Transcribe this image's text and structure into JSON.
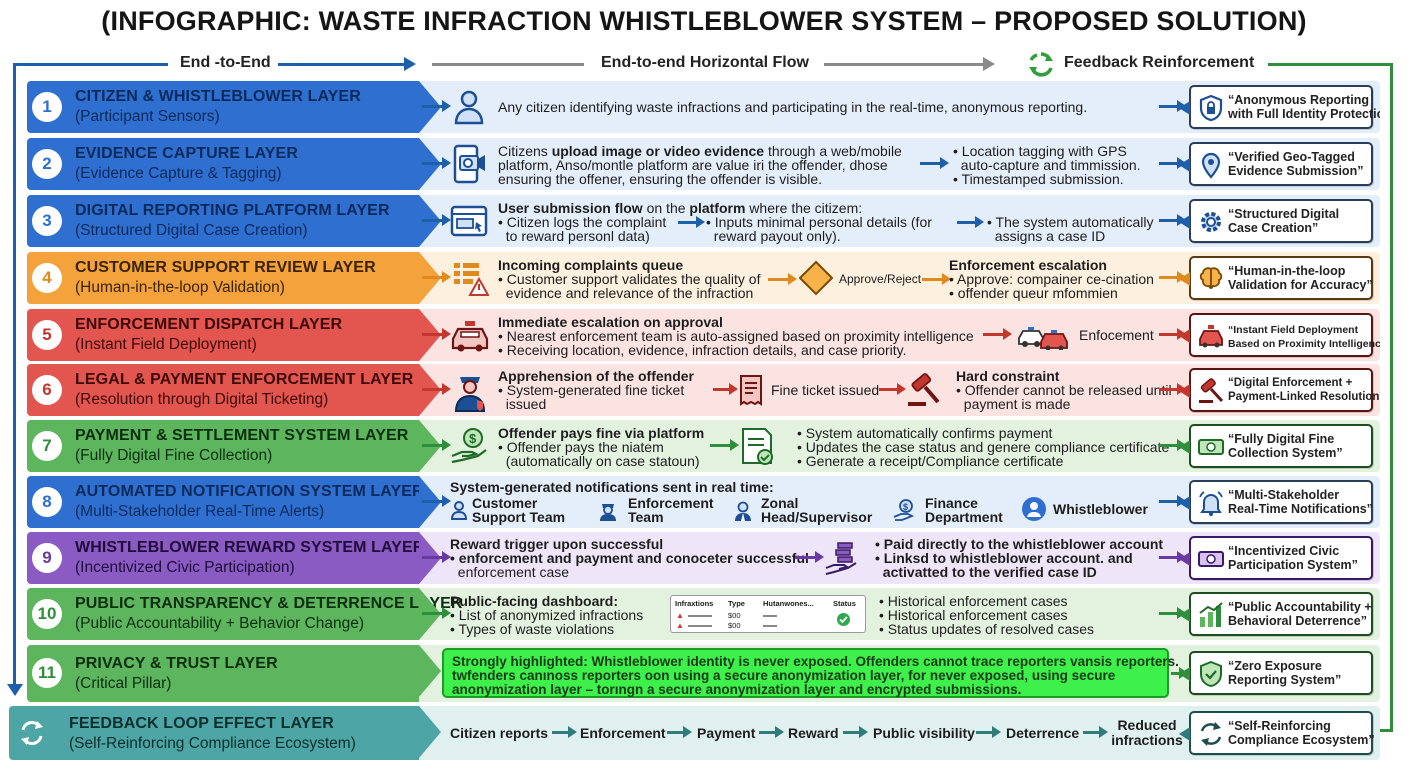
{
  "title": "(INFOGRAPHIC:  WASTE INFRACTION WHISTLEBLOWER SYSTEM – PROPOSED SOLUTION)",
  "flow": {
    "left": "End -to-End",
    "center": "End-to-end Horizontal Flow",
    "right": "Feedback Reinforcement"
  },
  "colors": {
    "blue": "#2f6fcf",
    "orange": "#f3a23c",
    "red": "#e2564f",
    "green": "#5db55d",
    "purple": "#8a5bc2",
    "teal": "#4da6a5"
  },
  "layers": [
    {
      "num": "1",
      "title": "CITIZEN & WHISTLEBLOWER LAYER",
      "subtitle": "(Participant Sensors)",
      "icon": "person-icon",
      "text": "Any citizen identifying waste infractions and participating in the real-time, anonymous reporting.",
      "callout": [
        "“Anonymous Reporting",
        "with Full Identity Protection”"
      ],
      "callout_icon": "shield-lock-icon"
    },
    {
      "num": "2",
      "title": "EVIDENCE CAPTURE LAYER",
      "subtitle": "(Evidence Capture & Tagging)",
      "icon": "phone-camera-icon",
      "text_bold_prefix": "Citizens ",
      "text_bold": "upload image or video evidence",
      "text_suffix": " through a web/mobile",
      "text_line2": "platform, Anso/montle platform are value iri the offender, dhose",
      "text_line3": "ensuring the offener, ensuring the offender is visible.",
      "bullets": [
        "• Location tagging with GPS",
        "  auto-capture and timmission.",
        "• Timestamped submission."
      ],
      "callout": [
        "“Verified Geo-Tagged",
        "Evidence Submission”"
      ],
      "callout_icon": "location-pin-icon"
    },
    {
      "num": "3",
      "title": "DIGITAL REPORTING PLATFORM LAYER",
      "subtitle": "(Structured Digital Case Creation)",
      "icon": "web-form-icon",
      "head_bold1": "User submission flow",
      "head_mid": " on the ",
      "head_bold2": "platform",
      "head_end": " where the citizem:",
      "col1": [
        "• Citizen logs the complaint",
        "  to reward personl data)"
      ],
      "col2": [
        "• Inputs minimal personal details (for",
        "  reward payout only)."
      ],
      "col3": [
        "• The system automatically",
        "  assigns a case ID"
      ],
      "callout": [
        "“Structured Digital",
        "Case Creation”"
      ],
      "callout_icon": "gear-icon"
    },
    {
      "num": "4",
      "title": "CUSTOMER SUPPORT REVIEW LAYER",
      "subtitle": "(Human-in-the-loop Validation)",
      "icon": "queue-warning-icon",
      "head1": "Incoming complaints queue",
      "col1": [
        "• Customer support validates the quality of",
        "  evidence and relevance of the infraction"
      ],
      "decision": "Approve/Reject",
      "head2": "Enforcement escalation",
      "col2": [
        "• Approve: compainer ce-cination",
        "• offender queur mfommien"
      ],
      "callout": [
        "“Human-in-the-loop",
        "Validation for Accuracy”"
      ],
      "callout_icon": "brain-icon"
    },
    {
      "num": "5",
      "title": "ENFORCEMENT DISPATCH LAYER",
      "subtitle": "(Instant Field Deployment)",
      "icon": "police-car-icon",
      "head1": "Immediate escalation on approval",
      "col1": [
        "• Nearest enforcement team is auto-assigned based on proximity intelligence",
        "• Receiving  location, evidence, infraction details, and case priority."
      ],
      "end_label": "Enfocement",
      "callout": [
        "“Instant Field Deployment",
        "Based on Proximity Intelligence”"
      ],
      "callout_icon": "siren-car-icon"
    },
    {
      "num": "6",
      "title": "LEGAL & PAYMENT ENFORCEMENT LAYER",
      "subtitle": "(Resolution through Digital Ticketing)",
      "icon": "officer-icon",
      "head1": "Apprehension of the offender",
      "col1": [
        "• System-generated fine ticket",
        "  issued"
      ],
      "mid_label": "Fine ticket issued",
      "head2": "Hard constraint",
      "col2": [
        "• Offender cannot be released until",
        "  payment is made"
      ],
      "callout": [
        "“Digital Enforcement +",
        "Payment-Linked Resolution”"
      ],
      "callout_icon": "gavel-icon"
    },
    {
      "num": "7",
      "title": "PAYMENT & SETTLEMENT SYSTEM LAYER",
      "subtitle": "(Fully Digital Fine Collection)",
      "icon": "hand-coin-icon",
      "head1": "Offender pays fine via platform",
      "col1": [
        "• Offender pays the niatem",
        "  (automatically on case statoun)"
      ],
      "col2": [
        "• System automatically confirms payment",
        "• Updates the case status and genere compliance certificate",
        "• Generate a receipt/Compliance certificate"
      ],
      "callout": [
        "“Fully Digital Fine",
        "Collection System”"
      ],
      "callout_icon": "cash-icon"
    },
    {
      "num": "8",
      "title": "AUTOMATED NOTIFICATION SYSTEM LAYER",
      "subtitle": "(Multi-Stakeholder Real-Time Alerts)",
      "head1": "System-generated notifications sent in real time:",
      "stakeholders": [
        [
          "Customer",
          "Support Team"
        ],
        [
          "Enforcement",
          "Team"
        ],
        [
          "Zonal",
          "Head/Supervisor"
        ],
        [
          "Finance",
          "Department"
        ],
        [
          "Whistleblower",
          ""
        ]
      ],
      "callout": [
        "“Multi-Stakeholder",
        "Real-Time Notifications”"
      ],
      "callout_icon": "bell-icon"
    },
    {
      "num": "9",
      "title": "WHISTLEBLOWER REWARD SYSTEM LAYER",
      "subtitle": "(Incentivized Civic Participation)",
      "head1": "Reward trigger upon successful",
      "col1": [
        "• enforcement and payment and conoceter successful",
        "  enforcement case"
      ],
      "icon": "hand-money-icon",
      "col2": [
        "• Paid directly to the whistleblower account",
        "• Linksd to whistleblower account. and",
        "  activatted to the verified case ID"
      ],
      "callout": [
        "“Incentivized Civic",
        "Participation System”"
      ],
      "callout_icon": "money-icon"
    },
    {
      "num": "10",
      "title": "PUBLIC TRANSPARENCY & DETERRENCE LAYER",
      "subtitle": "(Public Accountability + Behavior Change)",
      "head1": "Public-facing dashboard:",
      "col1": [
        "• List of anonymized infractions",
        "• Types of waste violations"
      ],
      "table_headers": [
        "Infraxtions",
        "Type",
        "Hutanwones...",
        "Status"
      ],
      "table_rows": [
        [
          "$00"
        ],
        [
          "$00"
        ]
      ],
      "col2": [
        "• Historical enforcement cases",
        "• Historical enforcement cases",
        "• Status updates of resolved cases"
      ],
      "callout": [
        "“Public Accountability +",
        "Behavioral Deterrence”"
      ],
      "callout_icon": "bar-chart-icon"
    },
    {
      "num": "11",
      "title": "PRIVACY & TRUST LAYER",
      "subtitle": "(Critical Pillar)",
      "highlight": [
        "Strongly highlighted: Whistleblower identity is never exposed. Offenders cannot trace reporters vansis reporters.",
        "twfenders canınoss reporters oon using a secure anonymization layer, for never exposed,  using secure",
        "anonymization layer – torıngn a secure anonymization layer and encrypted submissions."
      ],
      "callout": [
        "“Zero Exposure",
        "Reporting System”"
      ],
      "callout_icon": "shield-check-icon"
    }
  ],
  "feedback": {
    "title": "FEEDBACK LOOP EFFECT LAYER",
    "subtitle": "(Self-Reinforcing Compliance Ecosystem)",
    "steps": [
      "Citizen reports",
      "Enforcement",
      "Payment",
      "Reward",
      "Public visibility",
      "Deterrence"
    ],
    "last": [
      "Reduced",
      "infractions"
    ],
    "callout": [
      "“Self-Reinforcing",
      "Compliance Ecosystem”"
    ],
    "callout_icon": "cycle-arrows-icon"
  }
}
